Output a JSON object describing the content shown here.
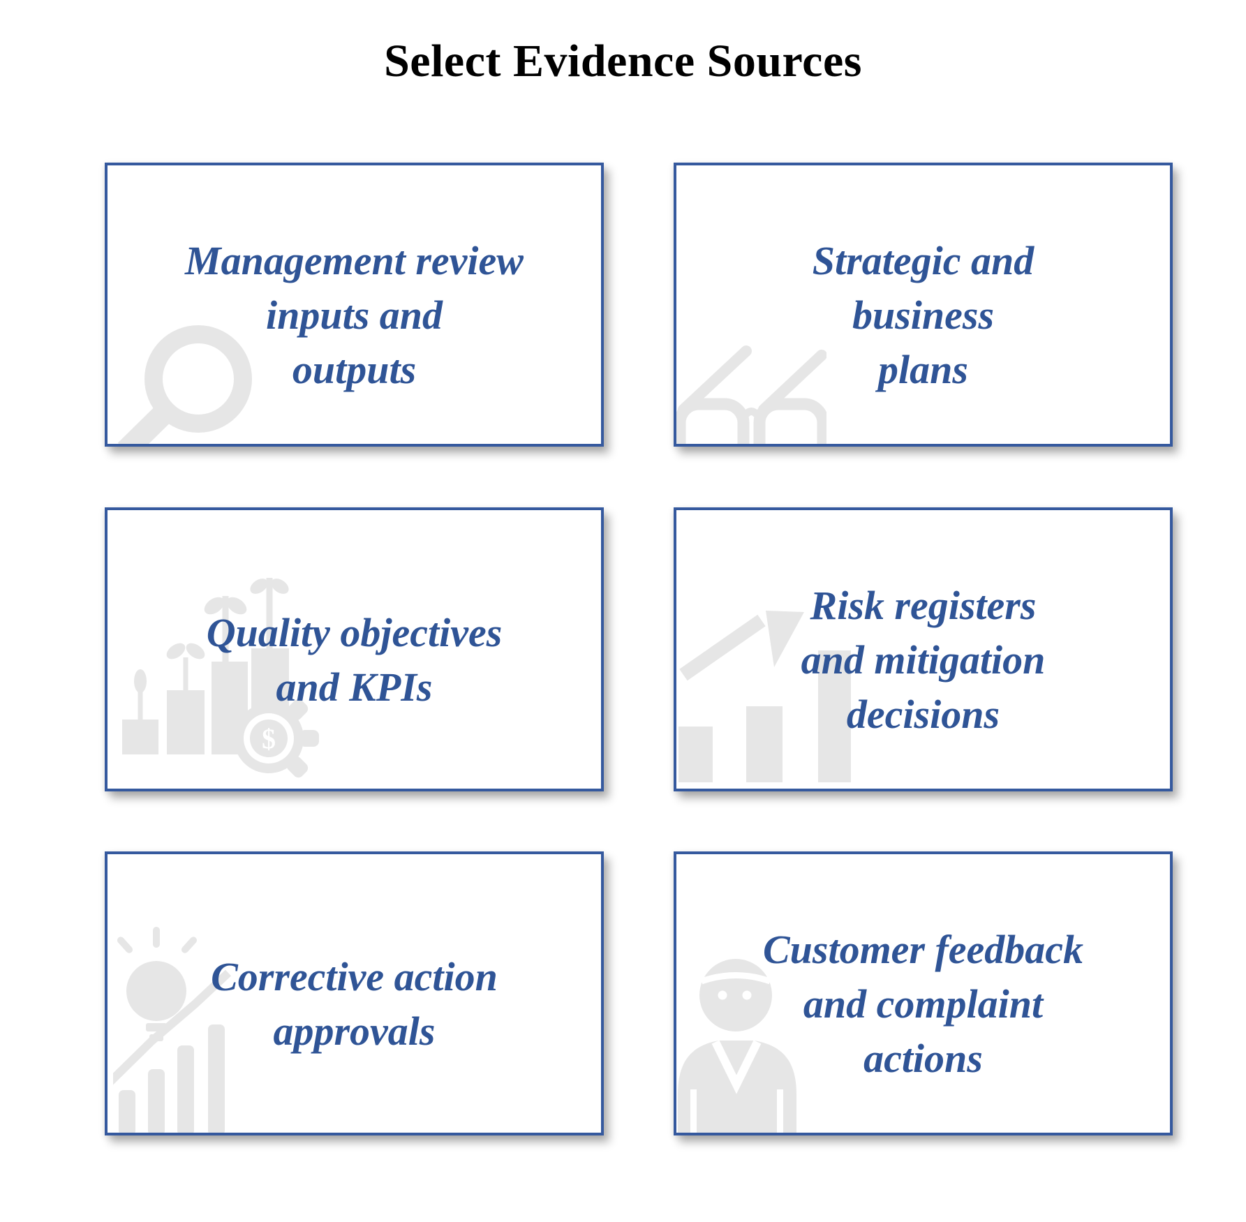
{
  "title": "Select Evidence Sources",
  "colors": {
    "border_blue": "#35599e",
    "text_blue": "#2f5496",
    "icon_gray": "#e6e6e6",
    "title_color": "#000000"
  },
  "boxes": [
    {
      "id": "management-review",
      "icon": "magnifier-icon",
      "lines": [
        "Management review",
        "inputs and",
        "outputs"
      ]
    },
    {
      "id": "strategic-plans",
      "icon": "glasses-icon",
      "lines": [
        "Strategic and",
        "business",
        "plans"
      ]
    },
    {
      "id": "quality-objectives",
      "icon": "growth-gear-icon",
      "lines": [
        "Quality objectives",
        "and KPIs"
      ]
    },
    {
      "id": "risk-registers",
      "icon": "trend-arrow-icon",
      "lines": [
        "Risk registers",
        "and mitigation",
        "decisions"
      ]
    },
    {
      "id": "corrective-actions",
      "icon": "idea-bulb-icon",
      "lines": [
        "Corrective action",
        "approvals"
      ]
    },
    {
      "id": "customer-feedback",
      "icon": "support-person-icon",
      "lines": [
        "Customer feedback",
        "and complaint",
        "actions"
      ]
    }
  ]
}
